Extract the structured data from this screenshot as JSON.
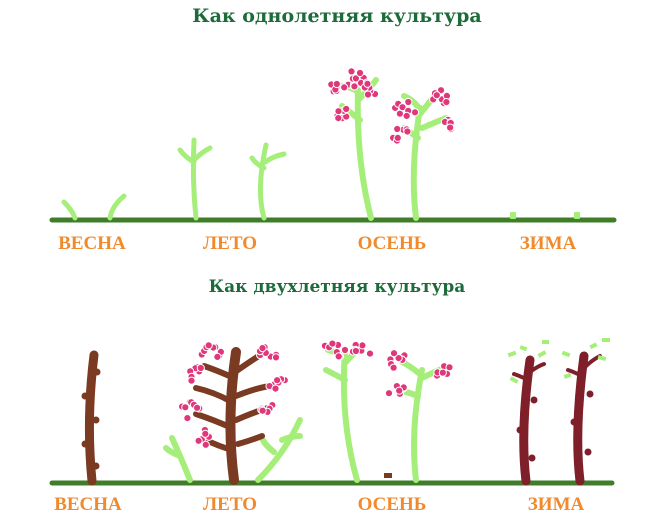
{
  "colors": {
    "ground": "#3f7d2a",
    "stem_green": "#a6ee7a",
    "stem_brown": "#7a3b22",
    "stem_maroon": "#7e1f2a",
    "flower": "#e0377a",
    "title": "#1d6b3a",
    "season_label": "#f08a2c"
  },
  "annual": {
    "title": "Как однолетняя культура",
    "seasons": [
      "ВЕСНА",
      "ЛЕТО",
      "ОСЕНЬ",
      "ЗИМА"
    ]
  },
  "biennial": {
    "title": "Как двухлетняя культура",
    "seasons": [
      "ВЕСНА",
      "ЛЕТО",
      "ОСЕНЬ",
      "ЗИМА"
    ]
  }
}
